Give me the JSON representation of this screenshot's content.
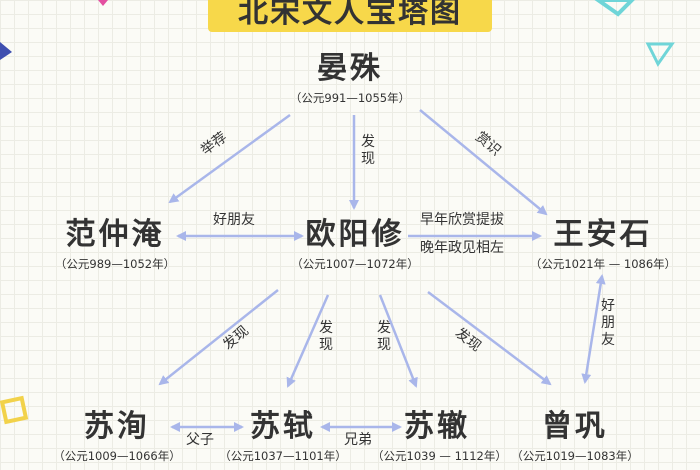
{
  "title": "北宋文人宝塔图",
  "nodes": {
    "yanshu": {
      "name": "晏殊",
      "dates": "（公元991—1055年）"
    },
    "fanzhongyan": {
      "name": "范仲淹",
      "dates": "（公元989—1052年）"
    },
    "ouyangxiu": {
      "name": "欧阳修",
      "dates": "（公元1007—1072年）"
    },
    "wanganshi": {
      "name": "王安石",
      "dates": "（公元1021年 — 1086年）"
    },
    "suxun": {
      "name": "苏洵",
      "dates": "（公元1009—1066年）"
    },
    "sushi": {
      "name": "苏轼",
      "dates": "（公元1037—1101年）"
    },
    "suzhe": {
      "name": "苏辙",
      "dates": "（公元1039 — 1112年）"
    },
    "zenggong": {
      "name": "曾巩",
      "dates": "（公元1019—1083年）"
    }
  },
  "edges": {
    "yanshu_fan": "举荐",
    "yanshu_ouyang": "发现",
    "yanshu_wang": "赏识",
    "fan_ouyang": "好朋友",
    "ouyang_wang_top": "早年欣赏提拔",
    "ouyang_wang_bottom": "晚年政见相左",
    "wang_zeng": "好朋友",
    "ouyang_suxun": "发现",
    "ouyang_sushi": "发现",
    "ouyang_suzhe": "发现",
    "ouyang_zeng": "发现",
    "suxun_sushi": "父子",
    "sushi_suzhe": "兄弟"
  },
  "colors": {
    "arrow": "#a9b6ea",
    "title_bg": "#f7d84a"
  }
}
